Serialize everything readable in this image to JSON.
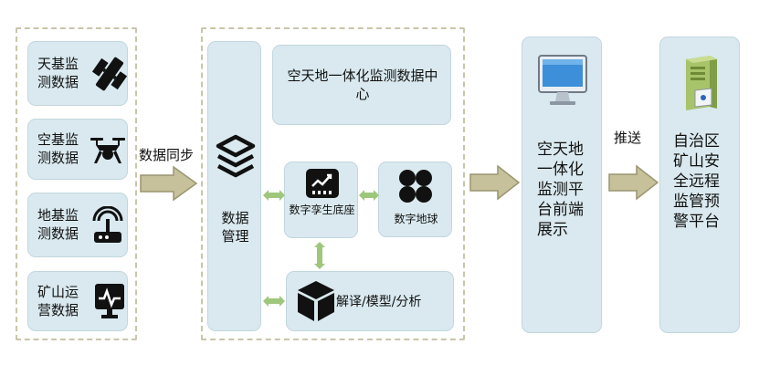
{
  "sources": [
    {
      "label": "天基监测数据",
      "icon": "satellite-icon"
    },
    {
      "label": "空基监测数据",
      "icon": "drone-icon"
    },
    {
      "label": "地基监测数据",
      "icon": "sensor-icon"
    },
    {
      "label": "矿山运营数据",
      "icon": "monitor-chart-icon"
    }
  ],
  "sync_label": "数据同步",
  "data_management": {
    "label": "数据管理",
    "icon": "layers-icon"
  },
  "data_center": {
    "label": "空天地一体化监测数据中心"
  },
  "digital_twin": {
    "label": "数字孪生底座",
    "icon": "dashboard-icon"
  },
  "digital_earth": {
    "label": "数字地球",
    "icon": "clover-icon"
  },
  "analysis": {
    "label": "解译/模型/分析",
    "icon": "cube-icon"
  },
  "frontend": {
    "label": "空天地一体化监测平台前端展示",
    "icon": "computer-monitor-icon"
  },
  "push_label": "推送",
  "warning_platform": {
    "label": "自治区矿山安全远程监管预警平台",
    "icon": "server-tower-icon"
  },
  "colors": {
    "panel": "#d9e9ef",
    "arrow": "#c6c19a",
    "arrow_small": "#9ec77b",
    "dash": "#c8c6a8"
  }
}
